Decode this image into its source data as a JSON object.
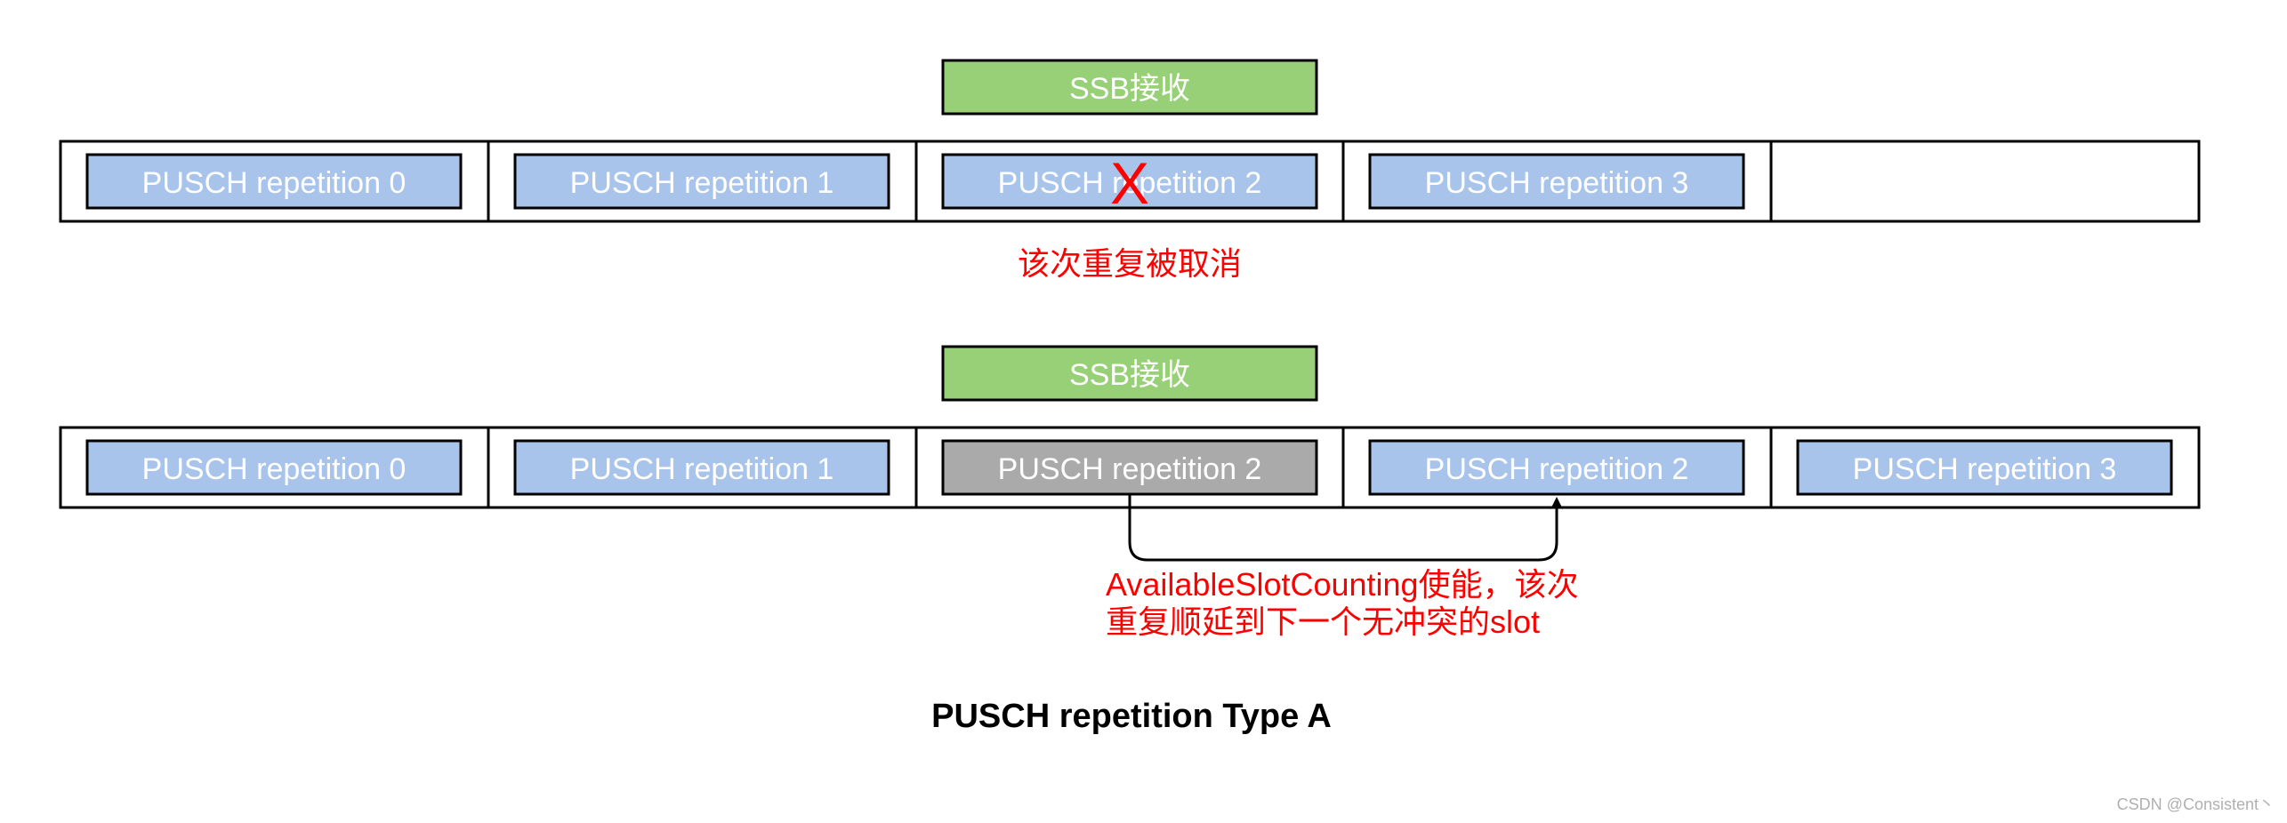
{
  "colors": {
    "pusch_fill": "#a9c4eb",
    "ssb_fill": "#97d077",
    "cancelled_fill": "#aaaaaa",
    "border": "#000000",
    "annotation": "#ff0000",
    "box_text": "#ffffff"
  },
  "row1": {
    "ssb_label": "SSB接收",
    "repetitions": [
      "PUSCH repetition 0",
      "PUSCH repetition 1",
      "PUSCH repetition 2",
      "PUSCH repetition 3"
    ],
    "cancel_mark": "X",
    "note": "该次重复被取消"
  },
  "row2": {
    "ssb_label": "SSB接收",
    "repetitions": [
      "PUSCH repetition 0",
      "PUSCH repetition 1",
      "PUSCH repetition 2",
      "PUSCH repetition 2",
      "PUSCH repetition 3"
    ],
    "note_line1": "AvailableSlotCounting使能，该次",
    "note_line2": "重复顺延到下一个无冲突的slot"
  },
  "title": "PUSCH repetition Type A",
  "watermark": "CSDN @Consistent丶"
}
